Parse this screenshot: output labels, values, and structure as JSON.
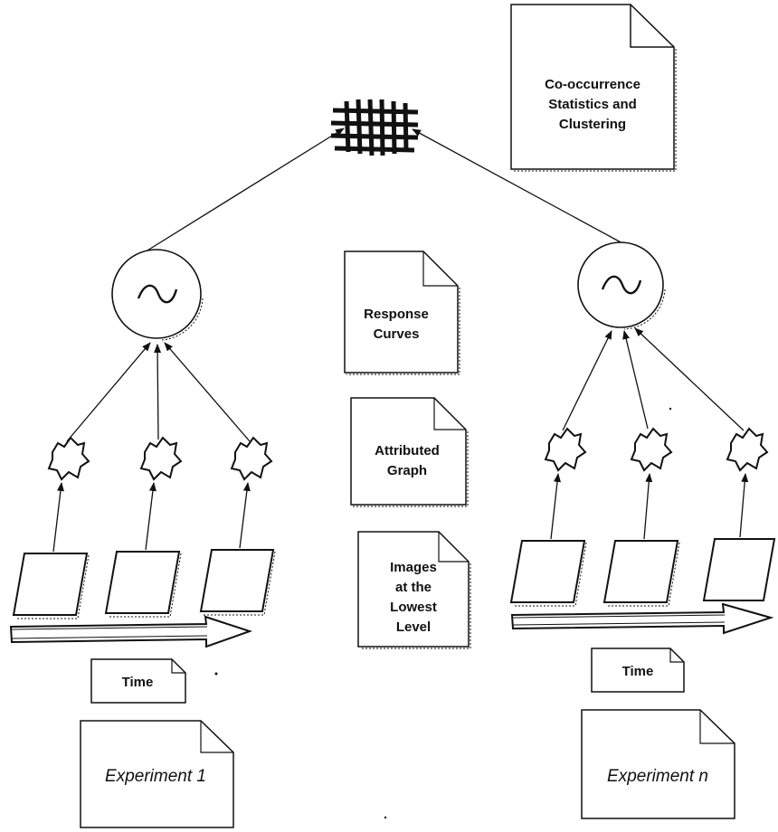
{
  "notes": {
    "co_occurrence": [
      "Co-occurrence",
      "Statistics and",
      "Clustering"
    ],
    "response_curves": [
      "Response",
      "Curves"
    ],
    "attributed_graph": [
      "Attributed",
      "Graph"
    ],
    "images_lowest": [
      "Images",
      "at the",
      "Lowest",
      "Level"
    ]
  },
  "time_labels": {
    "left": "Time",
    "right": "Time"
  },
  "experiments": {
    "first": "Experiment 1",
    "last": "Experiment n"
  },
  "icons": {
    "matrix": "grid-matrix-icon",
    "wave": "sine-wave-icon",
    "graph": "attributed-graph-blob-icon",
    "frame": "image-frame-icon",
    "arrow": "time-arrow-icon"
  },
  "colors": {
    "ink": "#111111",
    "paper": "#ffffff"
  }
}
